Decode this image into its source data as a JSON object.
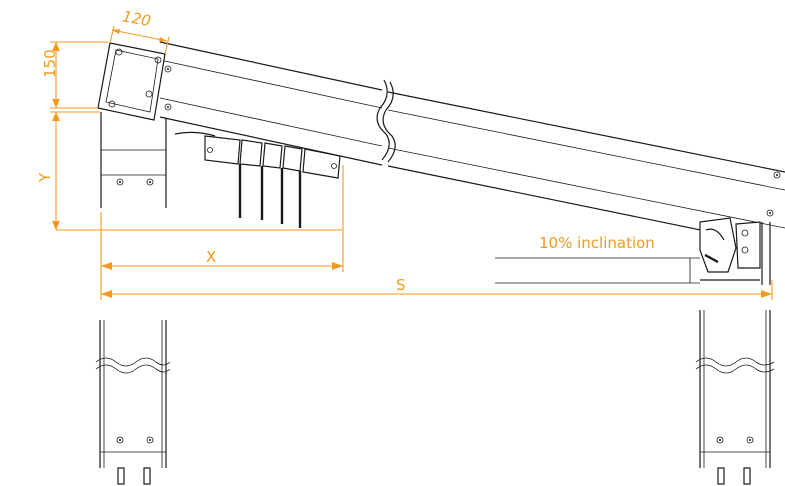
{
  "dimensions": {
    "width_label": "120",
    "height_label": "150",
    "y_label": "Y",
    "x_label": "X",
    "s_label": "S"
  },
  "annotation": {
    "inclination": "10% inclination"
  },
  "colors": {
    "dimension": "#f39a1e",
    "line": "#1a1a1a",
    "background": "#ffffff"
  }
}
